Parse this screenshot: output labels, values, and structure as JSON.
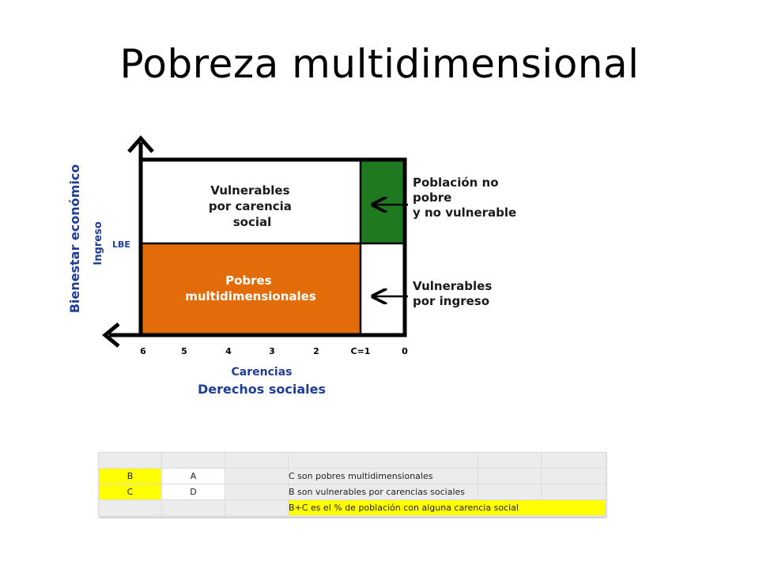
{
  "title": "Pobreza multidimensional",
  "diagram": {
    "y_axis_outer_label": "Bienestar económico",
    "y_axis_inner_label": "Ingreso",
    "lbe_label": "LBE",
    "x_ticks": [
      "6",
      "5",
      "4",
      "3",
      "2",
      "C=1",
      "0"
    ],
    "x_axis_inner_label": "Carencias",
    "x_axis_outer_label": "Derechos sociales",
    "quadrants": {
      "top_left": {
        "lines": [
          "Vulnerables",
          "por carencia",
          "social"
        ],
        "color": "#ffffff"
      },
      "top_right": {
        "color": "#1f7a1f"
      },
      "bottom_left": {
        "lines": [
          "Pobres",
          "multidimensionales"
        ],
        "color": "#e36c0a"
      },
      "bottom_right": {
        "color": "#ffffff"
      }
    },
    "callouts": {
      "no_pobre": [
        "Población no",
        "pobre",
        "y no vulnerable"
      ],
      "vulnerables_ingreso": [
        "Vulnerables",
        "por ingreso"
      ]
    },
    "colors": {
      "axis_blue": "#1f3d99",
      "frame": "#000000"
    }
  },
  "legend_table": {
    "row1": {
      "c1": "B",
      "c2": "A",
      "text": "C son pobres multidimensionales"
    },
    "row2": {
      "c1": "C",
      "c2": "D",
      "text": "B son vulnerables por carencias sociales"
    },
    "row3": {
      "text": "B+C es el % de población con alguna carencia social"
    }
  }
}
